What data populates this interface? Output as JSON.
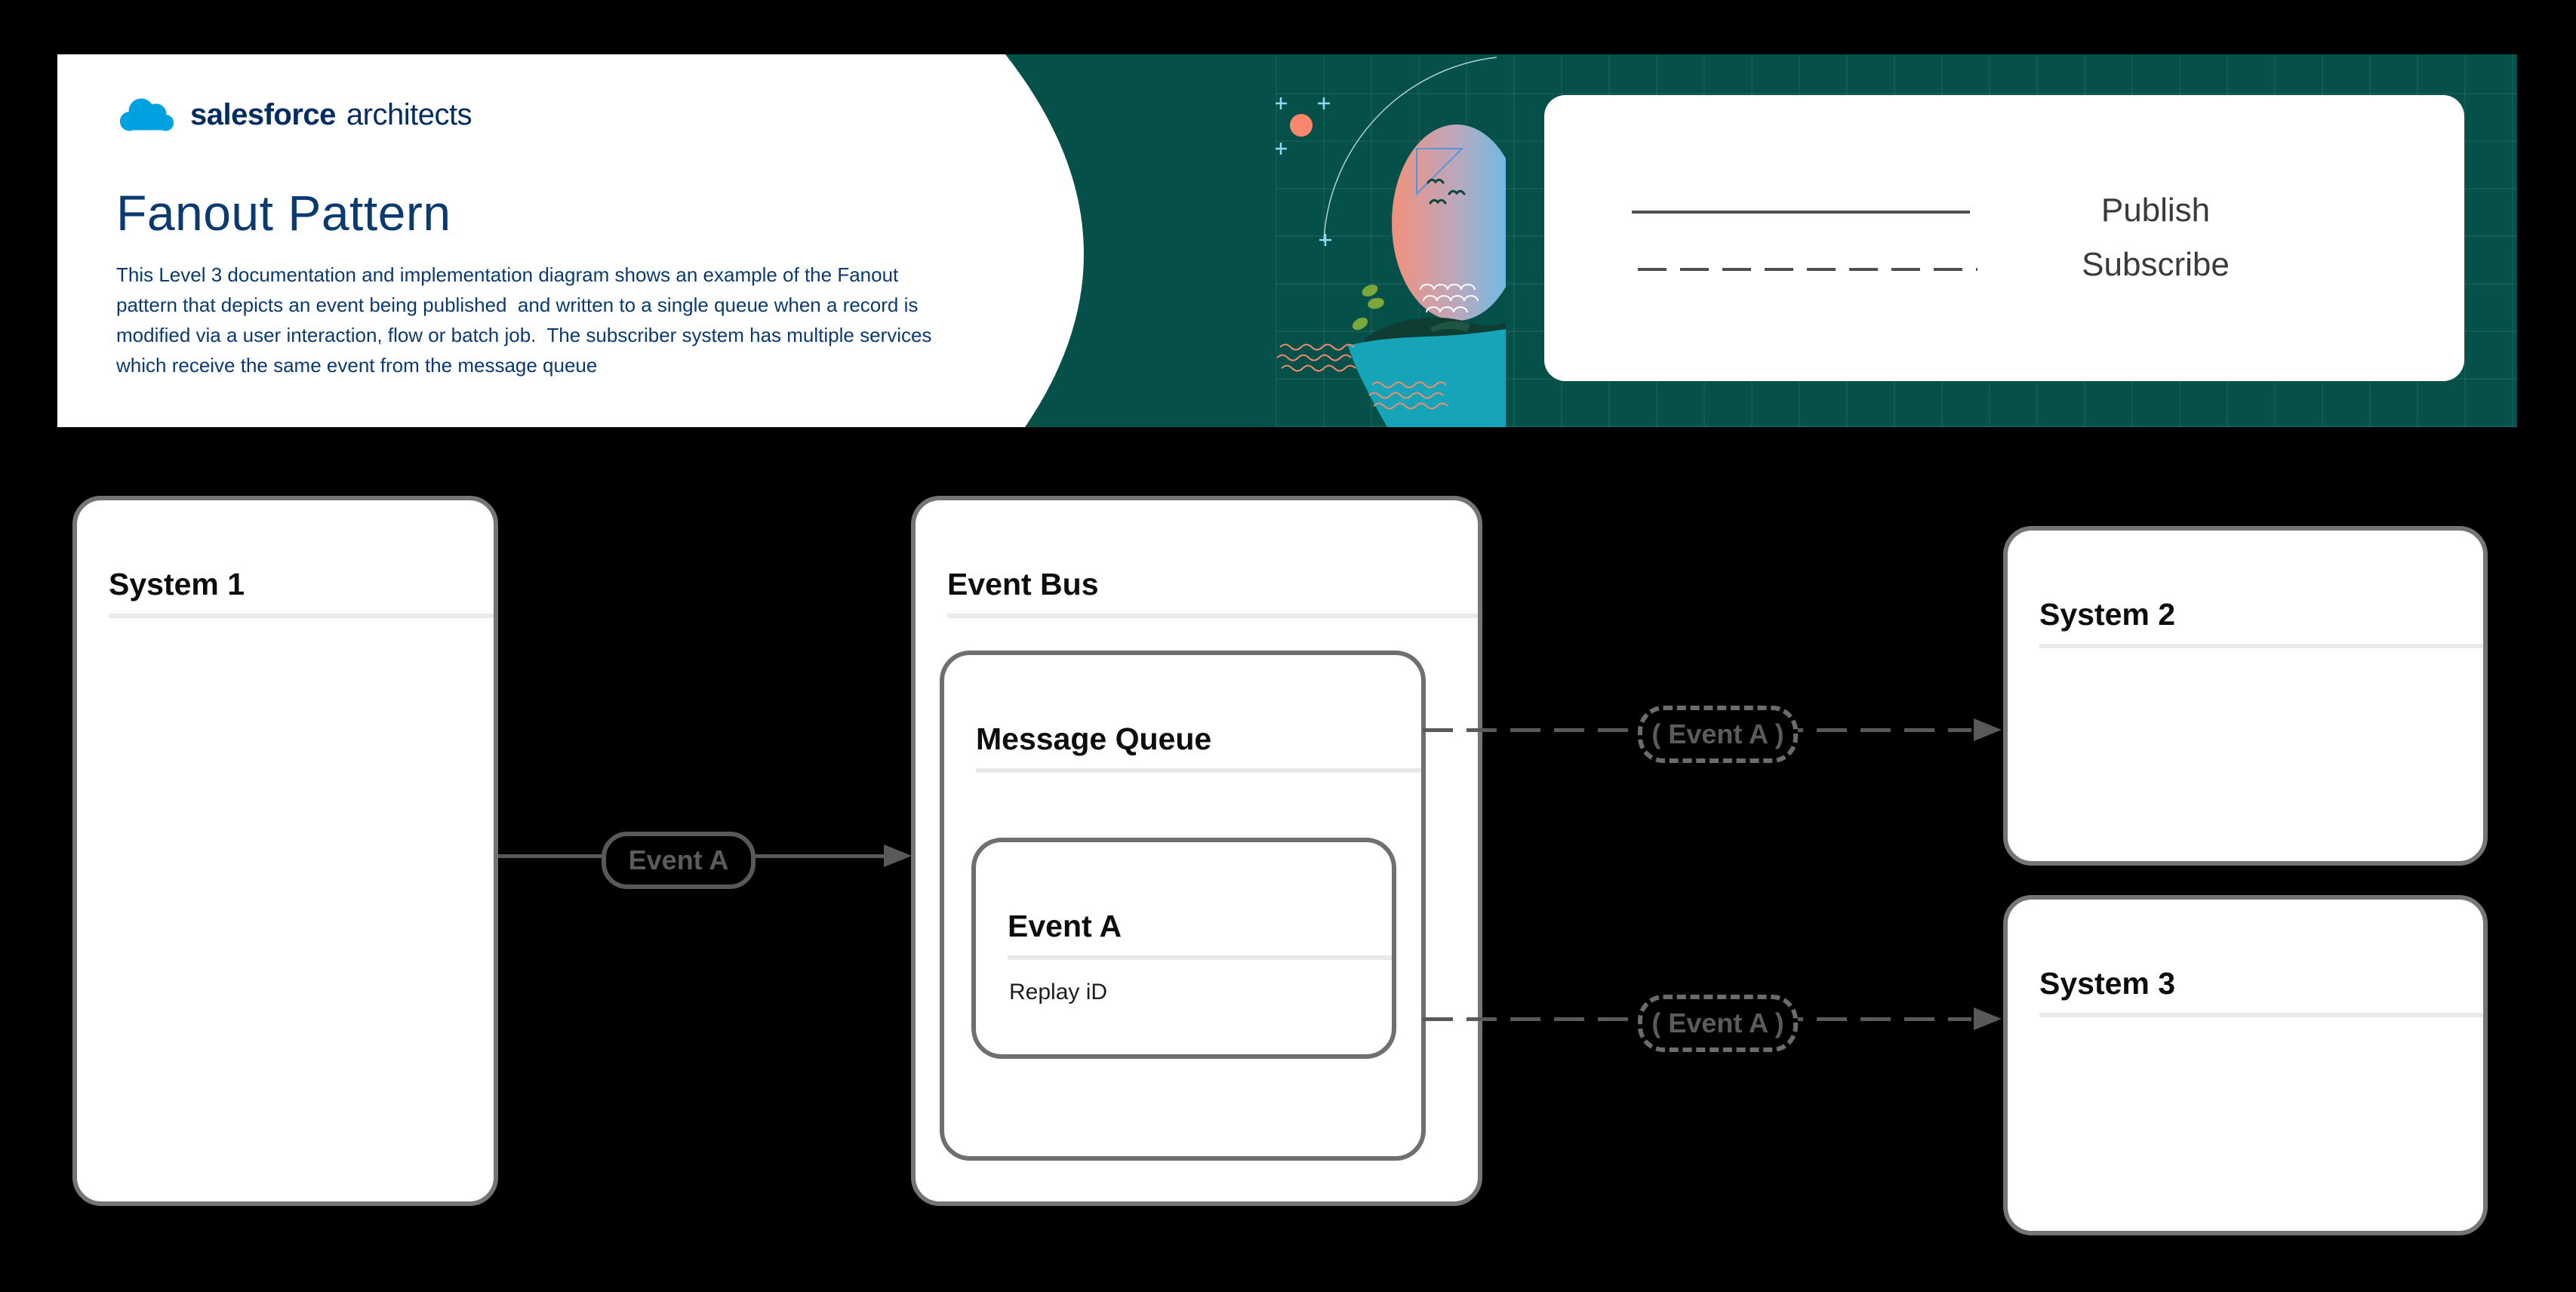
{
  "header": {
    "brand": "salesforce",
    "brand_suffix": "architects",
    "title": "Fanout Pattern",
    "description": "This Level 3 documentation and implementation diagram shows an example of the Fanout\npattern that depicts an event being published  and written to a single queue when a record is\nmodified via a user interaction, flow or batch job.  The subscriber system has multiple services\nwhich receive the same event from the message queue"
  },
  "legend": {
    "publish": "Publish",
    "subscribe": "Subscribe"
  },
  "nodes": {
    "system1": "System 1",
    "event_bus": "Event Bus",
    "message_queue": "Message Queue",
    "event_a": "Event A",
    "replay_id": "Replay iD",
    "system2": "System 2",
    "system3": "System 3"
  },
  "flows": {
    "publish": "Event A",
    "subscribe_top": "( Event A )",
    "subscribe_bottom": "( Event A )"
  },
  "colors": {
    "background": "#000000",
    "panel_teal": "#05514A",
    "navy_text": "#0B3A70",
    "brand_blue": "#00A1E0",
    "box_border": "#757575",
    "arrow_gray": "#595959",
    "rule_gray": "#E9E9E9",
    "sun_orange": "#F9876B",
    "moon_pink": "#F2907C",
    "moon_blue": "#57C1EE",
    "water_teal": "#16A4B8"
  }
}
